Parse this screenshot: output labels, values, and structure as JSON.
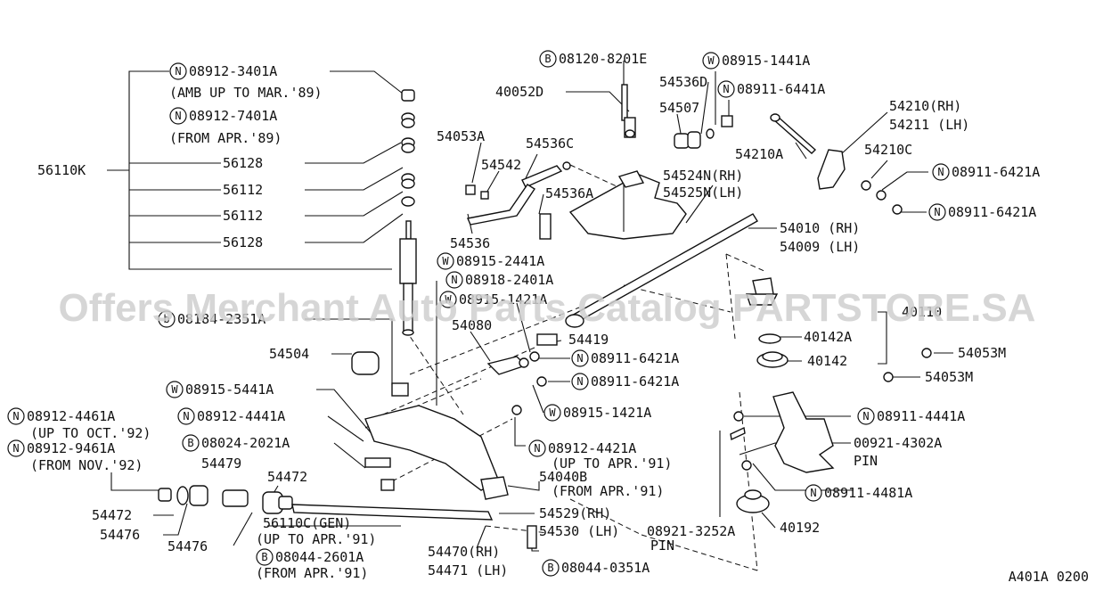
{
  "watermark": "Offers Merchant Auto Parts Catalog PARTSTORE.SA",
  "footer_code": "A401A 0200",
  "labels": {
    "p1": "08912-3401A",
    "p1a": "(AMB UP TO MAR.'89)",
    "p2": "08912-7401A",
    "p2a": "(FROM APR.'89)",
    "p3": "56128",
    "p4": "56112",
    "p5": "56112",
    "p6": "56128",
    "p7": "56110K",
    "p8": "08120-8201E",
    "p9": "08915-1441A",
    "p10": "54536D",
    "p11": "08911-6441A",
    "p12": "40052D",
    "p13": "54507",
    "p14": "54210(RH)",
    "p15": "54211 (LH)",
    "p16": "54053A",
    "p17": "54536C",
    "p18": "54210A",
    "p19": "54210C",
    "p20": "54542",
    "p21": "54524N(RH)",
    "p22": "54525N(LH)",
    "p23": "08911-6421A",
    "p24": "54536A",
    "p25": "08911-6421A",
    "p26": "54536",
    "p27": "54010 (RH)",
    "p28": "54009 (LH)",
    "p29": "08915-2441A",
    "p30": "08918-2401A",
    "p31": "08915-1421A",
    "p32": "08184-2351A",
    "p33": "54080",
    "p34": "40110",
    "p35": "54419",
    "p36": "40142A",
    "p37": "54504",
    "p38": "08911-6421A",
    "p39": "40142",
    "p40": "54053M",
    "p41": "08911-6421A",
    "p42": "54053M",
    "p43": "08915-5441A",
    "p44": "08915-1421A",
    "p45": "08912-4461A",
    "p46": "(UP TO OCT.'92)",
    "p47": "08912-4441A",
    "p48": "08911-4441A",
    "p49": "08912-9461A",
    "p50": "08024-2021A",
    "p51": "(FROM NOV.'92)",
    "p52": "08912-4421A",
    "p53": "(UP TO APR.'91)",
    "p54": "00921-4302A",
    "p55": "PIN",
    "p56": "54479",
    "p57": "54472",
    "p58": "54040B",
    "p59": "(FROM APR.'91)",
    "p60": "08911-4481A",
    "p61": "54472",
    "p62": "56110C(GEN)",
    "p63": "54529(RH)",
    "p64": "54530 (LH)",
    "p65": "08921-3252A",
    "p66": "40192",
    "p67": "54476",
    "p68": "(UP TO APR.'91)",
    "p69": "PIN",
    "p70": "54476",
    "p71": "08044-2601A",
    "p72": "54470(RH)",
    "p73": "(FROM APR.'91)",
    "p74": "54471 (LH)",
    "p75": "08044-0351A"
  },
  "badges": {
    "b1": "N",
    "b2": "N",
    "b8": "B",
    "b9": "W",
    "b11": "N",
    "b23": "N",
    "b25": "N",
    "b29": "W",
    "b30": "N",
    "b31": "W",
    "b32": "b",
    "b38": "N",
    "b41": "N",
    "b43": "W",
    "b44": "W",
    "b45": "N",
    "b47": "N",
    "b48": "N",
    "b49": "N",
    "b50": "B",
    "b52": "N",
    "b60": "N",
    "b71": "B",
    "b75": "B"
  }
}
